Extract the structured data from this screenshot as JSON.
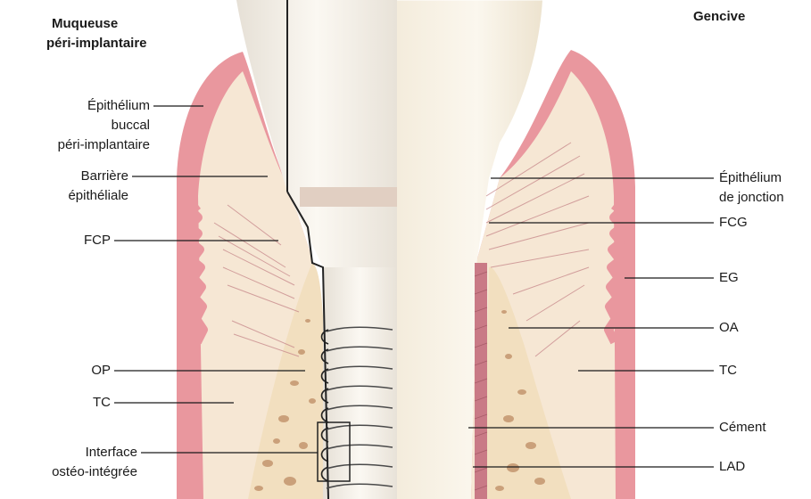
{
  "headings": {
    "left_line1": "Muqueuse",
    "left_line2": "péri-implantaire",
    "right": "Gencive"
  },
  "left_labels": {
    "epithelium_buccal": [
      "Épithélium",
      "buccal",
      "péri-implantaire"
    ],
    "barriere": [
      "Barrière",
      "épithéliale"
    ],
    "fcp": "FCP",
    "op": "OP",
    "tc": "TC",
    "interface": [
      "Interface",
      "ostéo-intégrée"
    ]
  },
  "right_labels": {
    "epithelium_jonction": [
      "Épithélium",
      "de jonction"
    ],
    "fcg": "FCG",
    "eg": "EG",
    "oa": "OA",
    "tc": "TC",
    "cement": "Cément",
    "lad": "LAD"
  },
  "colors": {
    "gum_pink": "#e9979e",
    "connective_cream": "#f6e7d4",
    "bone_cream": "#f2dfbf",
    "bone_pore": "#caa07a",
    "implant": "#f1ece4",
    "tooth": "#f7f1e4",
    "cement": "#c97a86",
    "fiber": "#c98c8e",
    "leader": "#1a1a1a"
  }
}
